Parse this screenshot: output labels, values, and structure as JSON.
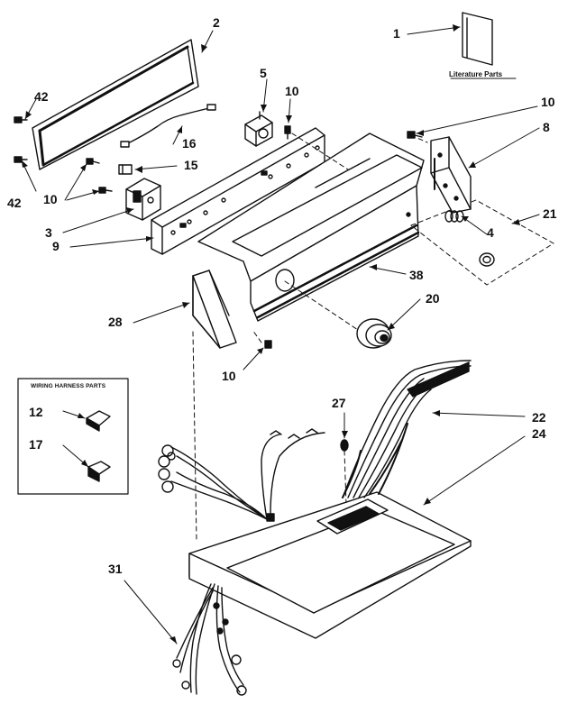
{
  "labels": {
    "literature_parts": "Literature Parts",
    "wiring_harness_parts": "WIRING HARNESS PARTS"
  },
  "callouts": {
    "c1": "1",
    "c2": "2",
    "c3": "3",
    "c4": "4",
    "c5": "5",
    "c8": "8",
    "c9": "9",
    "c10a": "10",
    "c10b": "10",
    "c10c": "10",
    "c10d": "10",
    "c12": "12",
    "c15": "15",
    "c16": "16",
    "c17": "17",
    "c20": "20",
    "c21": "21",
    "c22": "22",
    "c24": "24",
    "c27": "27",
    "c28": "28",
    "c31": "31",
    "c38": "38",
    "c42a": "42",
    "c42b": "42"
  }
}
